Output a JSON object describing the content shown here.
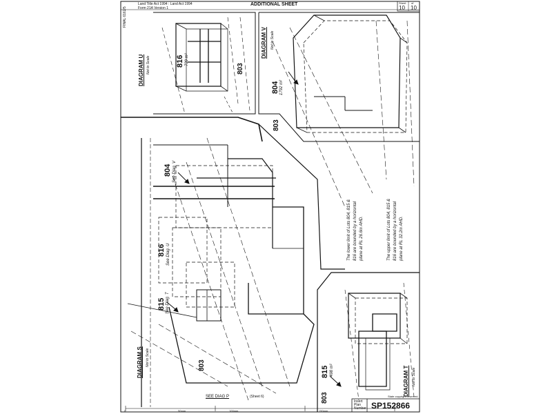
{
  "header": {
    "legislation_line1": "Land Title Act 1994 : Land Act 1994",
    "legislation_line2": "Form 21A Version 1",
    "title": "ADDITIONAL SHEET",
    "sheet_label": "Sheet",
    "sheet_number": "10",
    "of_label": "of",
    "sheet_total": "10",
    "form_code": "FINAL 6162/5"
  },
  "diagrams": {
    "u": {
      "title": "DIAGRAM U",
      "subtitle": "Not to Scale",
      "lot": "816",
      "area": "739 m²",
      "adjacent_lot": "803"
    },
    "v": {
      "title": "DIAGRAM V",
      "subtitle": "Not to Scale",
      "lot": "804",
      "area": "1792 m²",
      "adjacent_lot": "803"
    },
    "s": {
      "title": "DIAGRAM S",
      "subtitle": "Not to Scale",
      "lot": "803"
    },
    "t": {
      "title": "DIAGRAM T",
      "subtitle": "Not to Scale",
      "lot": "815",
      "area": "498 m²",
      "adjacent_lot": "803"
    }
  },
  "main": {
    "lot_804": "804",
    "lot_804_ref": "See Diag. V",
    "lot_816": "816",
    "lot_816_ref": "See Diag. U",
    "lot_815": "815",
    "lot_815_ref": "See Diag. T",
    "see_diag_p": "SEE DIAG P",
    "sheet_ref": "(Sheet 6)"
  },
  "notes": {
    "lower": "The lower limit of Lots 804, 815 & 816 are bounded by a horizontal plane at RL 26.6m AHD.",
    "upper": "The upper limit of Lots 804, 815 & 816 are bounded by a horizontal plane at RL 32.2m AHD."
  },
  "scale_bar": {
    "ticks": [
      "0",
      "50mm",
      "100mm",
      "150mm"
    ]
  },
  "title_block": {
    "reserved": "State copyright reserved.",
    "insert_label": "Insert",
    "plan_label": "Plan",
    "number_label": "Number",
    "plan_number": "SP152866"
  }
}
